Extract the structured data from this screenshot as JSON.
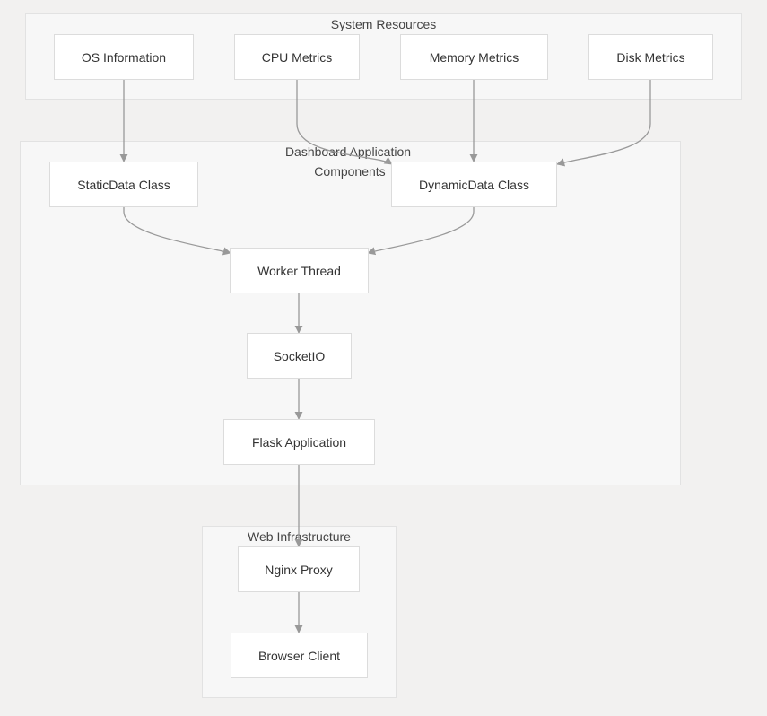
{
  "clusters": {
    "system_resources": "System Resources",
    "dashboard_app_line1": "Dashboard Application",
    "dashboard_app_line2": "Components",
    "web_infrastructure": "Web Infrastructure"
  },
  "nodes": {
    "os_info": "OS Information",
    "cpu_metrics": "CPU Metrics",
    "memory_metrics": "Memory Metrics",
    "disk_metrics": "Disk Metrics",
    "static_data": "StaticData Class",
    "dynamic_data": "DynamicData Class",
    "worker_thread": "Worker Thread",
    "socketio": "SocketIO",
    "flask_app": "Flask Application",
    "nginx_proxy": "Nginx Proxy",
    "browser_client": "Browser Client"
  },
  "colors": {
    "background": "#f2f1f0",
    "cluster_fill": "#f7f7f7",
    "node_fill": "#ffffff",
    "edge": "#999999"
  }
}
